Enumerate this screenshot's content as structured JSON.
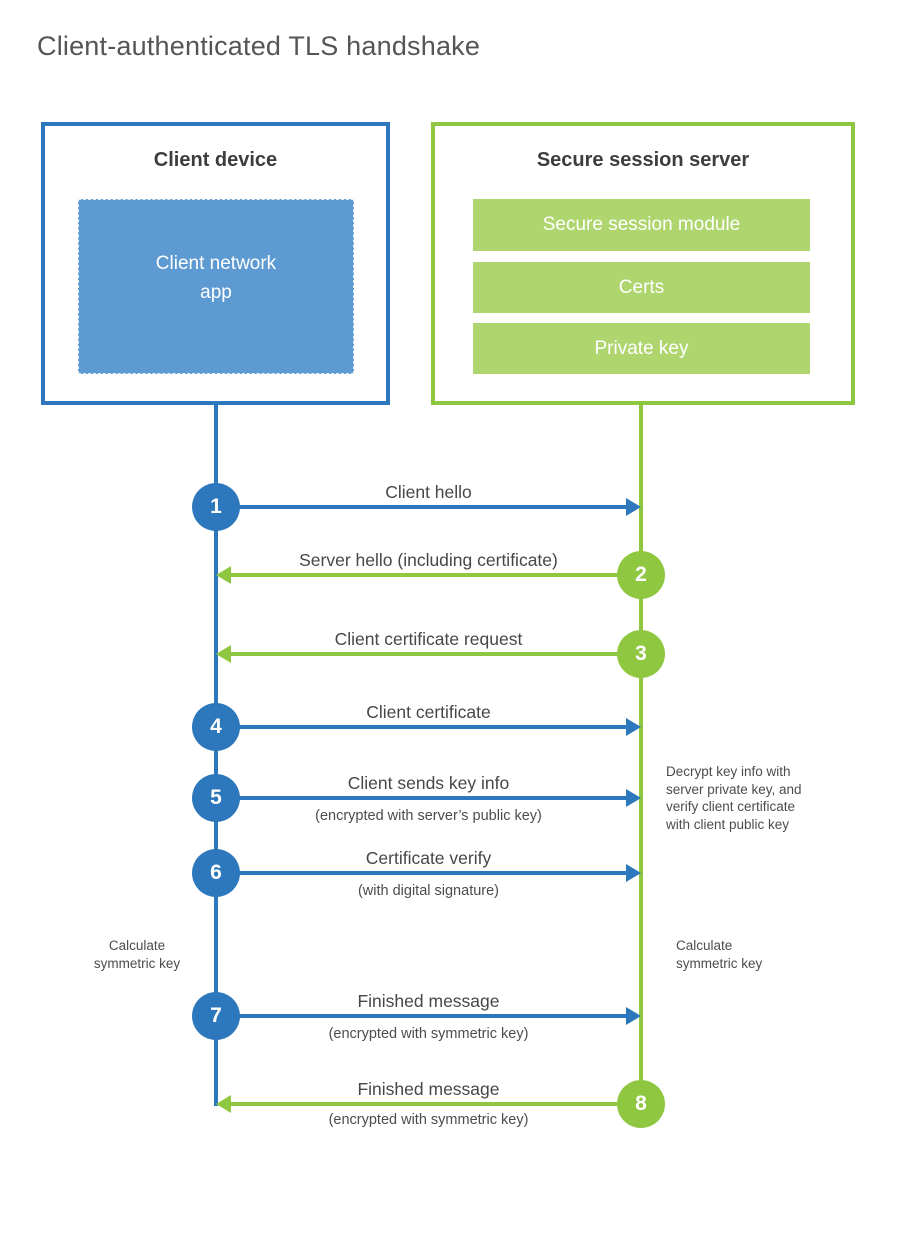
{
  "title": "Client-authenticated TLS handshake",
  "colors": {
    "blue": "#2d77bc",
    "blue_fill": "#5e9ad2",
    "green": "#8fc741",
    "green_fill": "#aed56e"
  },
  "client": {
    "title": "Client device",
    "app_label": "Client network\napp"
  },
  "server": {
    "title": "Secure session server",
    "modules": [
      "Secure session module",
      "Certs",
      "Private key"
    ]
  },
  "messages": [
    {
      "num": "1",
      "label": "Client hello",
      "direction": "right"
    },
    {
      "num": "2",
      "label": "Server hello (including certificate)",
      "direction": "left"
    },
    {
      "num": "3",
      "label": "Client certificate request",
      "direction": "left"
    },
    {
      "num": "4",
      "label": "Client certificate",
      "direction": "right"
    },
    {
      "num": "5",
      "label": "Client sends key info",
      "sub": "(encrypted with server’s public key)",
      "direction": "right"
    },
    {
      "num": "6",
      "label": "Certificate verify",
      "sub": "(with digital signature)",
      "direction": "right"
    },
    {
      "num": "7",
      "label": "Finished message",
      "sub": "(encrypted with symmetric key)",
      "direction": "right"
    },
    {
      "num": "8",
      "label": "Finished message",
      "sub": "(encrypted with symmetric key)",
      "direction": "left"
    }
  ],
  "notes": {
    "calculate_left": "Calculate\nsymmetric key",
    "calculate_right": "Calculate\nsymmetric key",
    "decrypt": "Decrypt key info with\nserver private key, and\nverify client certificate\nwith client public key"
  }
}
